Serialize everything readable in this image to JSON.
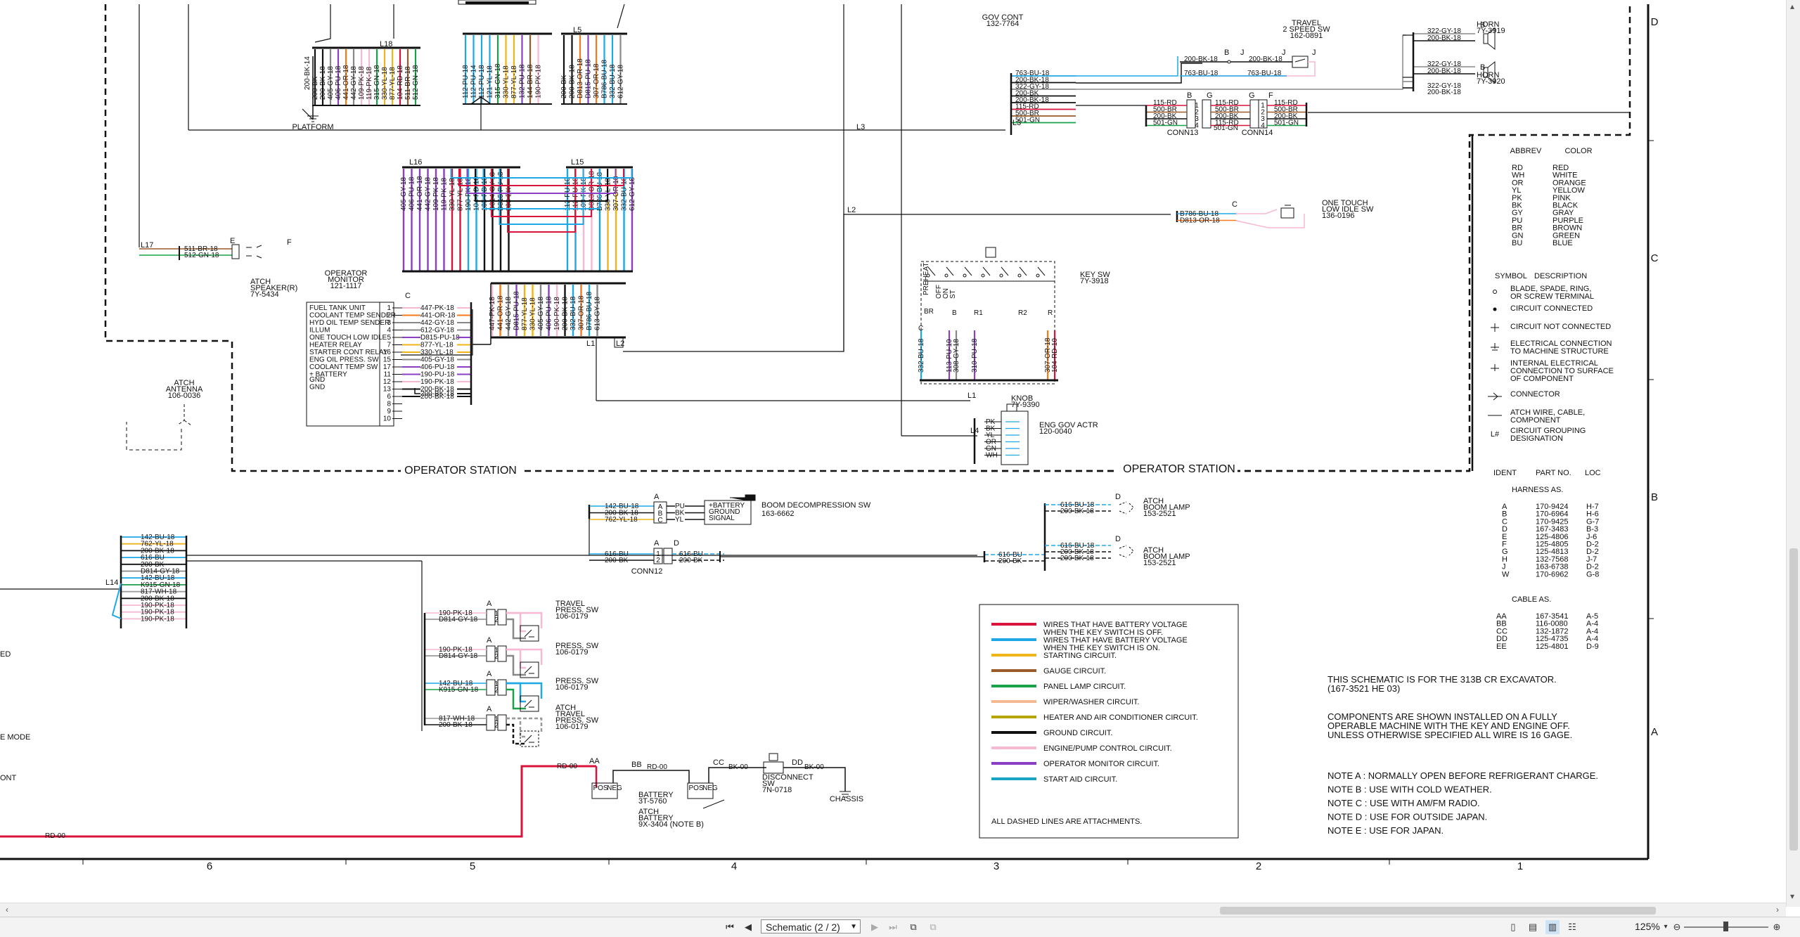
{
  "colors": {
    "red": "#d9143c",
    "blue": "#1fa8e6",
    "yellow": "#f1b51c",
    "brown": "#9a5a2a",
    "green": "#1aa24a",
    "peach": "#f4b893",
    "olive": "#b6a400",
    "black": "#111111",
    "pink": "#f7b8d2",
    "purple": "#8a3fc4",
    "teal": "#19a3c4",
    "gray": "#888888",
    "orange": "#f57a1b"
  },
  "sections": {
    "operator_station_left": "OPERATOR STATION",
    "operator_station_right": "OPERATOR STATION"
  },
  "grid": {
    "cols": [
      "6",
      "5",
      "4",
      "3",
      "2",
      "1"
    ],
    "rows": [
      "D",
      "C",
      "B",
      "A"
    ]
  },
  "components": {
    "platform": "PLATFORM",
    "gov_cont": [
      "GOV CONT",
      "132-7764"
    ],
    "travel_2speed": [
      "TRAVEL",
      "2 SPEED SW",
      "162-0891"
    ],
    "horn1": [
      "HORN",
      "7Y-3919"
    ],
    "horn2": [
      "HORN",
      "7Y-3920"
    ],
    "conn13": "CONN13",
    "conn14": "CONN14",
    "conn12": "CONN12",
    "one_touch": [
      "ONE TOUCH",
      "LOW IDLE SW",
      "136-0196"
    ],
    "atch_speaker": [
      "ATCH",
      "SPEAKER(R)",
      "7Y-5434"
    ],
    "op_monitor": [
      "OPERATOR",
      "MONITOR",
      "121-1117"
    ],
    "monitor_rows": [
      "FUEL TANK UNIT",
      "COOLANT TEMP SENDER",
      "HYD OIL TEMP SENDER",
      "ILLUM",
      "ONE TOUCH LOW IDLE",
      "HEATER RELAY",
      "STARTER CONT RELAY",
      "ENG OIL PRESS. SW",
      "COOLANT TEMP SW",
      "+ BATTERY",
      "GND",
      "GND"
    ],
    "monitor_pins": [
      "1",
      "2",
      "3",
      "4",
      "5",
      "7",
      "16",
      "15",
      "17",
      "11",
      "12",
      "13",
      "6",
      "8",
      "9",
      "10"
    ],
    "key_sw": [
      "KEY SW",
      "7Y-3918"
    ],
    "key_labels": [
      "OFF",
      "ON",
      "ST",
      "PREHEAT",
      "B",
      "R1",
      "R2",
      "C",
      "BR",
      "R"
    ],
    "knob": [
      "KNOB",
      "7Y-9390"
    ],
    "eng_gov": [
      "ENG GOV ACTR",
      "120-0040"
    ],
    "eng_gov_wires": [
      "PK",
      "BK",
      "YL",
      "OR",
      "GN",
      "WH"
    ],
    "atch_antenna": [
      "ATCH",
      "ANTENNA",
      "106-0036"
    ],
    "boom_decomp": [
      "BOOM DECOMPRESSION SW",
      "163-6662"
    ],
    "boom_decomp_wires": [
      "PU",
      "BK",
      "YL"
    ],
    "boom_decomp_labels": [
      "+BATTERY",
      "GROUND",
      "SIGNAL"
    ],
    "boom_lamp1": [
      "ATCH",
      "BOOM LAMP",
      "153-2521"
    ],
    "boom_lamp2": [
      "ATCH",
      "BOOM LAMP",
      "153-2521"
    ],
    "travel_press": [
      "TRAVEL",
      "PRESS. SW",
      "106-0179"
    ],
    "press_sw1": [
      "PRESS. SW",
      "106-0179"
    ],
    "press_sw2": [
      "PRESS. SW",
      "106-0179"
    ],
    "atch_travel_press": [
      "ATCH",
      "TRAVEL",
      "PRESS. SW",
      "106-0179"
    ],
    "battery": [
      "BATTERY",
      "3T-5760"
    ],
    "atch_battery": [
      "ATCH",
      "BATTERY",
      "9X-3404 (NOTE B)"
    ],
    "disconnect": [
      "DISCONNECT",
      "SW",
      "7N-0718"
    ],
    "chassis": "CHASSIS",
    "pos": "POS",
    "neg": "NEG"
  },
  "circuit_labels": {
    "L1": "L1",
    "L2": "L2",
    "L3": "L3",
    "L4": "L4",
    "L5": "L5",
    "L14": "L14",
    "L15": "L15",
    "L16": "L16",
    "L17": "L17",
    "L18": "L18"
  },
  "conn_letters": {
    "A": "A",
    "B": "B",
    "C": "C",
    "D": "D",
    "E": "E",
    "F": "F",
    "G": "G",
    "J": "J",
    "AA": "AA",
    "BB": "BB",
    "CC": "CC",
    "DD": "DD"
  },
  "wires": {
    "platform_v": [
      "200-BK-14"
    ],
    "l18": [
      "200-BK",
      "200-BK-18",
      "405-GY-18",
      "406-PU-18",
      "441-OR-18",
      "442-GY-18",
      "109-PK-18",
      "119-PK-18",
      "315-GN-18",
      "330-YL-18",
      "877-YL-18",
      "104-RD-18",
      "511-BR-18",
      "512-GN-18"
    ],
    "l5_mid": [
      "112-PU-18",
      "112-PU-14",
      "112-PU-18",
      "121-YL-18",
      "315-GN-18",
      "330-YL-18",
      "877-YL-18",
      "132-PU-18",
      "144-BR-18",
      "190-PK-18"
    ],
    "l5_right": [
      "200-BK",
      "200-BK-18",
      "D813-OR-18",
      "D815-PU-18",
      "307-OR-18",
      "B786-BU-18",
      "332-BU-18",
      "612-GY-18"
    ],
    "l16": [
      "405-GY-18",
      "406-PU-18",
      "441-OR-18",
      "442-GY-18",
      "109-PK-18",
      "119-PK-18",
      "330-YL-18",
      "877-YL-18",
      "190-PK-18",
      "104-RD-18",
      "105-RD-18",
      "D814-GY-18",
      "D815-PU-18",
      "200-BK"
    ],
    "l15": [
      "112-PU-10",
      "112-PU-18",
      "109-PK-18",
      "D813-OR-18",
      "B786-BU-18",
      "330-YL-18",
      "307-OR-18",
      "332-BU-18",
      "612-GY-18"
    ],
    "l1_bottom": [
      "447-PK-18",
      "441-OR-18",
      "442-GY-18",
      "D815-PU-18",
      "877-YL-18",
      "330-YL-18",
      "405-GY-18",
      "406-PU-18",
      "190-PK-18",
      "200-BK-18",
      "332-BU-18",
      "307-OR-18",
      "B786-BU-18",
      "613-GY-18"
    ],
    "monitor_out": [
      "447-PK-18",
      "441-OR-18",
      "442-GY-18",
      "612-GY-18",
      "D815-PU-18",
      "877-YL-18",
      "330-YL-18",
      "405-GY-18",
      "406-PU-18",
      "190-PU-18",
      "190-PK-18",
      "200-BK-18",
      "200-BK-18"
    ],
    "key_sw_wires": [
      "332-BU-18",
      "113-PU-10",
      "308-GY-18",
      "310-PU-18",
      "307-OR-18",
      "104-RD-10"
    ],
    "gov_cont": [
      "763-BU-18",
      "200-BK-18",
      "322-GY-18",
      "200-BK",
      "200-BK-18",
      "115-RD",
      "500-BR",
      "501-GN"
    ],
    "travel_sw": [
      "200-BK-18",
      "200-BK-18",
      "763-BU-18",
      "763-BU-18"
    ],
    "horn1_w": [
      "322-GY-18",
      "200-BK-18"
    ],
    "horn2_w": [
      "322-GY-18",
      "200-BK-18",
      "322-GY-18",
      "200-BK-18"
    ],
    "conn13_w": [
      "115-RD",
      "500-BR",
      "200-BK",
      "501-GN",
      "115-RD",
      "500-BR",
      "200-BK",
      "115-RD",
      "501-GN"
    ],
    "conn14_w": [
      "115-RD",
      "500-BR",
      "200-BK",
      "501-GN"
    ],
    "conn_pins": [
      "1",
      "2",
      "3",
      "4"
    ],
    "one_touch_w": [
      "B786-BU-18",
      "D813-OR-18"
    ],
    "speaker_w": [
      "511-BR-18",
      "512-GN-18"
    ],
    "l14": [
      "142-BU-18",
      "762-YL-18",
      "200-BK-18",
      "616-BU",
      "200-BK",
      "D814-GY-18",
      "142-BU-18",
      "K915-GN-18",
      "817-WH-18",
      "200-BK-18",
      "190-PK-18",
      "190-PK-18",
      "190-PK-18"
    ],
    "boom_decomp_w": [
      "142-BU-18",
      "200-BK-18",
      "762-YL-18"
    ],
    "conn12_w": [
      "616-BU",
      "200-BK",
      "616-BU",
      "200-BK"
    ],
    "boom_lamp_w": [
      "616-BU-18",
      "200-BK-18",
      "616-BU",
      "200-BK",
      "616-BU-18",
      "200-BK-18",
      "200-BK-18"
    ],
    "travel_press_w": [
      "190-PK-18",
      "D814-GY-18"
    ],
    "press1_w": [
      "190-PK-18",
      "D814-GY-18"
    ],
    "press2_w": [
      "142-BU-18",
      "K915-GN-18"
    ],
    "atch_press_w": [
      "817-WH-18",
      "200-BK-18"
    ],
    "battery_w": [
      "RD-00",
      "RD-00",
      "BK-00",
      "BK-00",
      "RD-00"
    ]
  },
  "abbrev": {
    "header": [
      "ABBREV",
      "COLOR"
    ],
    "rows": [
      [
        "RD",
        "RED"
      ],
      [
        "WH",
        "WHITE"
      ],
      [
        "OR",
        "ORANGE"
      ],
      [
        "YL",
        "YELLOW"
      ],
      [
        "PK",
        "PINK"
      ],
      [
        "BK",
        "BLACK"
      ],
      [
        "GY",
        "GRAY"
      ],
      [
        "PU",
        "PURPLE"
      ],
      [
        "BR",
        "BROWN"
      ],
      [
        "GN",
        "GREEN"
      ],
      [
        "BU",
        "BLUE"
      ]
    ]
  },
  "symbols": {
    "header": [
      "SYMBOL",
      "DESCRIPTION"
    ],
    "rows": [
      [
        "BLADE, SPADE, RING,",
        "OR SCREW TERMINAL"
      ],
      [
        "CIRCUIT CONNECTED",
        ""
      ],
      [
        "CIRCUIT NOT CONNECTED",
        ""
      ],
      [
        "ELECTRICAL CONNECTION",
        "TO MACHINE STRUCTURE"
      ],
      [
        "INTERNAL ELECTRICAL",
        "CONNECTION TO SURFACE",
        "OF COMPONENT"
      ],
      [
        "CONNECTOR",
        ""
      ],
      [
        "ATCH WIRE, CABLE,",
        "COMPONENT"
      ],
      [
        "CIRCUIT GROUPING",
        "DESIGNATION"
      ]
    ],
    "grouping_symbol": "L#"
  },
  "harness": {
    "header": [
      "IDENT",
      "PART NO.",
      "LOC"
    ],
    "harness_title": "HARNESS AS.",
    "harness_rows": [
      [
        "A",
        "170-9424",
        "H-7"
      ],
      [
        "B",
        "170-6964",
        "H-6"
      ],
      [
        "C",
        "170-9425",
        "G-7"
      ],
      [
        "D",
        "167-3483",
        "B-3"
      ],
      [
        "E",
        "125-4806",
        "J-6"
      ],
      [
        "F",
        "125-4805",
        "D-2"
      ],
      [
        "G",
        "125-4813",
        "D-2"
      ],
      [
        "H",
        "132-7568",
        "J-7"
      ],
      [
        "J",
        "163-6738",
        "D-2"
      ],
      [
        "W",
        "170-6962",
        "G-8"
      ]
    ],
    "cable_title": "CABLE AS.",
    "cable_rows": [
      [
        "AA",
        "167-3541",
        "A-5"
      ],
      [
        "BB",
        "116-0080",
        "A-4"
      ],
      [
        "CC",
        "132-1872",
        "A-4"
      ],
      [
        "DD",
        "125-4735",
        "A-4"
      ],
      [
        "EE",
        "125-4801",
        "D-9"
      ]
    ]
  },
  "legend": {
    "items": [
      {
        "color": "#d9143c",
        "label": [
          "WIRES THAT HAVE BATTERY VOLTAGE",
          "WHEN THE KEY SWITCH IS OFF."
        ]
      },
      {
        "color": "#1fa8e6",
        "label": [
          "WIRES THAT HAVE BATTERY VOLTAGE",
          "WHEN THE KEY SWITCH IS ON."
        ]
      },
      {
        "color": "#f1b51c",
        "label": [
          "STARTING CIRCUIT."
        ]
      },
      {
        "color": "#9a5a2a",
        "label": [
          "GAUGE CIRCUIT."
        ]
      },
      {
        "color": "#1aa24a",
        "label": [
          "PANEL LAMP CIRCUIT."
        ]
      },
      {
        "color": "#f4b893",
        "label": [
          "WIPER/WASHER CIRCUIT."
        ]
      },
      {
        "color": "#b6a400",
        "label": [
          "HEATER AND AIR CONDITIONER CIRCUIT."
        ]
      },
      {
        "color": "#111111",
        "label": [
          "GROUND CIRCUIT."
        ]
      },
      {
        "color": "#f7b8d2",
        "label": [
          "ENGINE/PUMP CONTROL CIRCUIT."
        ]
      },
      {
        "color": "#8a3fc4",
        "label": [
          "OPERATOR MONITOR CIRCUIT."
        ]
      },
      {
        "color": "#19a3c4",
        "label": [
          "START AID CIRCUIT."
        ]
      }
    ],
    "footer": "ALL DASHED LINES ARE ATTACHMENTS."
  },
  "notes": {
    "schematic_for": [
      "THIS SCHEMATIC IS FOR THE 313B CR EXCAVATOR.",
      "(167-3521 HE 03)"
    ],
    "shown": [
      "COMPONENTS ARE SHOWN INSTALLED ON A FULLY",
      "OPERABLE MACHINE WITH THE KEY AND ENGINE OFF.",
      "UNLESS OTHERWISE SPECIFIED ALL WIRE IS 16 GAGE."
    ],
    "list": [
      "NOTE A : NORMALLY OPEN BEFORE REFRIGERANT CHARGE.",
      "NOTE B : USE WITH COLD WEATHER.",
      "NOTE C : USE WITH AM/FM RADIO.",
      "NOTE D : USE FOR OUTSIDE JAPAN.",
      "NOTE E : USE FOR JAPAN."
    ]
  },
  "left_cut": [
    "ED",
    "E MODE",
    "ONT"
  ],
  "statusbar": {
    "page": "Schematic (2 / 2)",
    "zoom": "125%"
  }
}
